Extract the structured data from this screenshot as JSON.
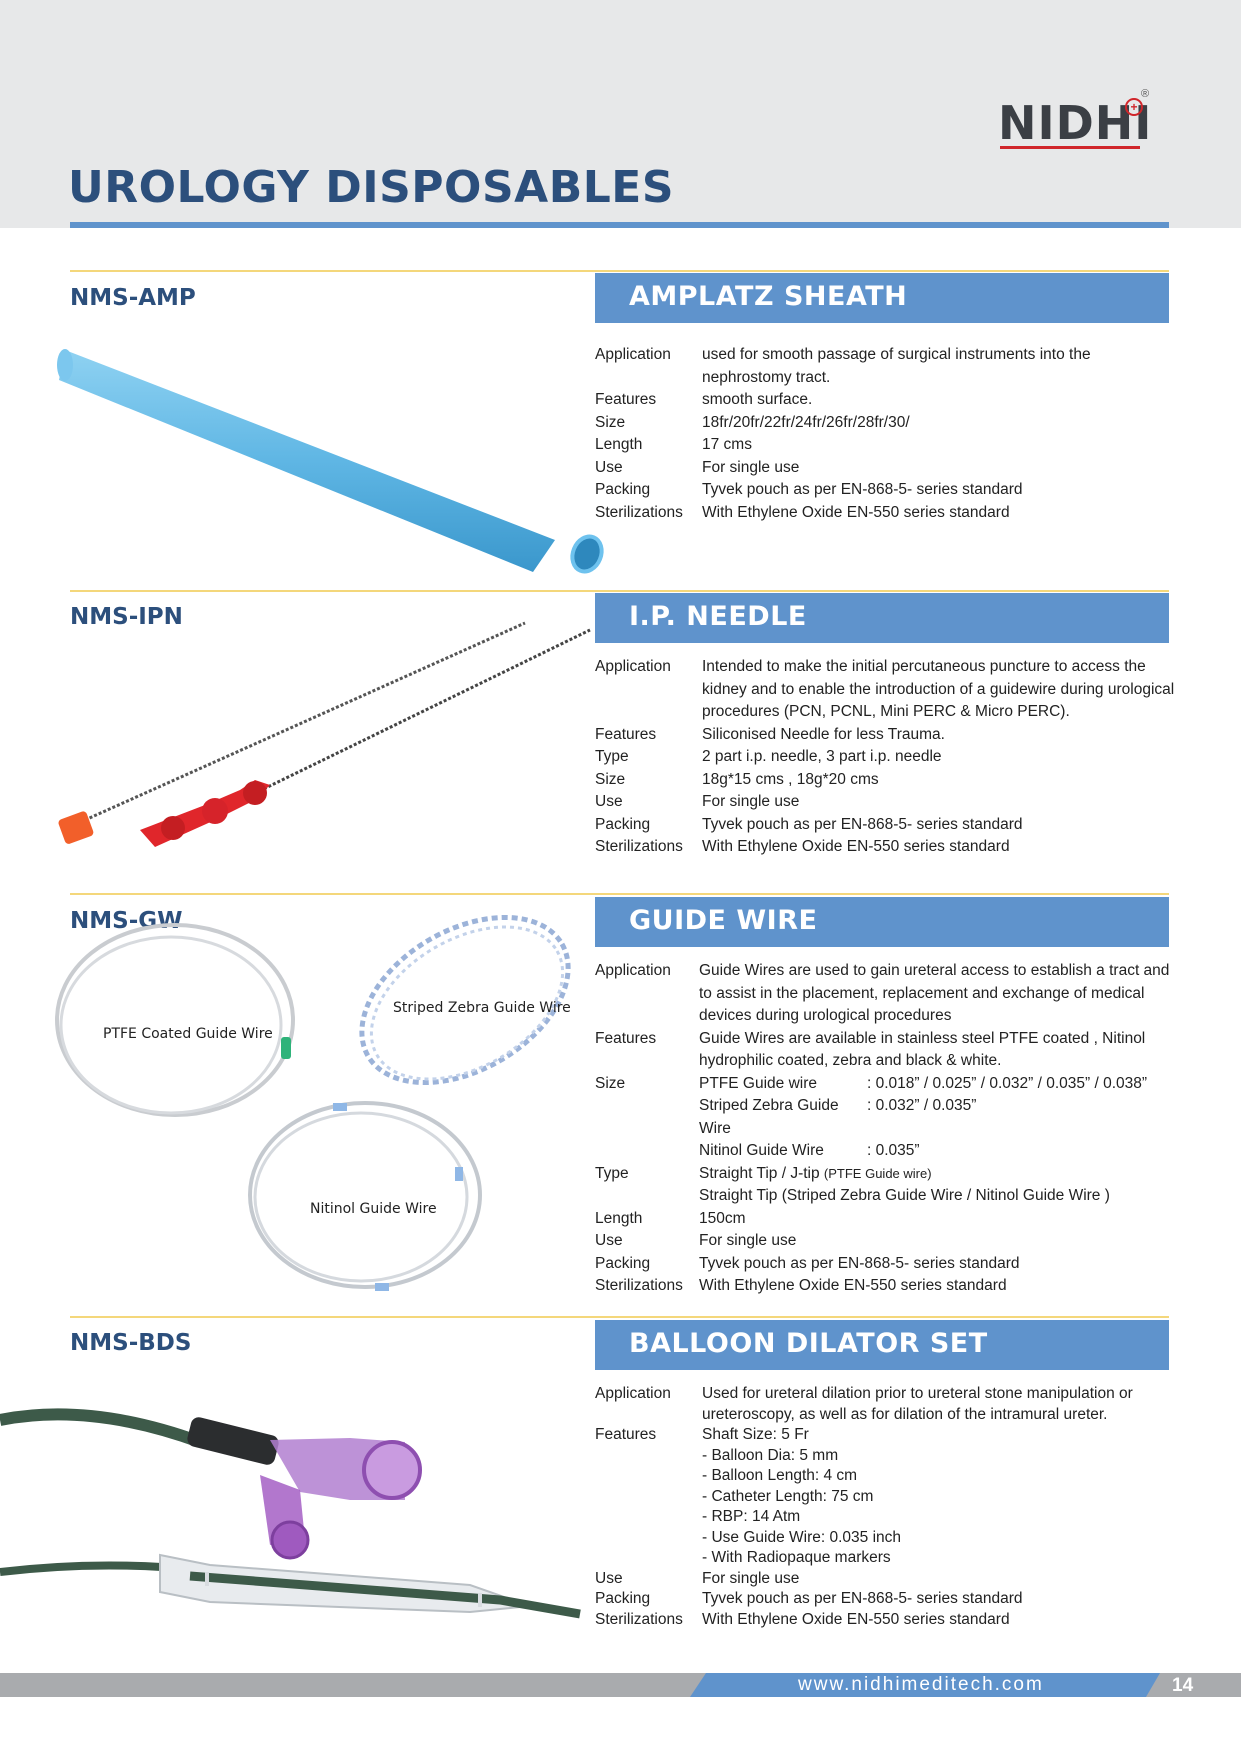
{
  "brand": {
    "logo_text": "NIDHI",
    "registered": "®"
  },
  "page_title": "UROLOGY DISPOSABLES",
  "products": [
    {
      "code": "NMS-AMP",
      "name": "AMPLATZ SHEATH",
      "specs": [
        {
          "label": "Application",
          "value": "used for smooth passage of surgical instruments into the nephrostomy tract."
        },
        {
          "label": "Features",
          "value": "smooth surface."
        },
        {
          "label": "Size",
          "value": "18fr/20fr/22fr/24fr/26fr/28fr/30/"
        },
        {
          "label": "Length",
          "value": "17 cms"
        },
        {
          "label": "Use",
          "value": "For single use"
        },
        {
          "label": "Packing",
          "value": "Tyvek pouch as per EN-868-5- series standard"
        },
        {
          "label": "Sterilizations",
          "value": "With Ethylene Oxide EN-550 series standard"
        }
      ]
    },
    {
      "code": "NMS-IPN",
      "name": "I.P. NEEDLE",
      "specs": [
        {
          "label": "Application",
          "value": "Intended to make the initial percutaneous puncture to access the kidney and to enable the introduction of a guidewire during urological procedures (PCN, PCNL, Mini PERC & Micro PERC)."
        },
        {
          "label": "Features",
          "value": "Siliconised Needle for less Trauma."
        },
        {
          "label": "Type",
          "value": "2 part i.p. needle,  3 part i.p. needle"
        },
        {
          "label": "Size",
          "value": "18g*15 cms , 18g*20 cms"
        },
        {
          "label": "Use",
          "value": "For single use"
        },
        {
          "label": "Packing",
          "value": "Tyvek pouch as per EN-868-5- series standard"
        },
        {
          "label": "Sterilizations",
          "value": "With Ethylene Oxide EN-550 series standard"
        }
      ]
    },
    {
      "code": "NMS-GW",
      "name": "GUIDE WIRE",
      "image_labels": [
        "PTFE Coated Guide Wire",
        "Striped  Zebra Guide Wire",
        "Nitinol Guide Wire"
      ],
      "specs": {
        "application": {
          "label": "Application",
          "value": "Guide Wires are used to gain ureteral access to establish a tract and to assist in the placement, replacement and exchange of medical devices during urological procedures"
        },
        "features": {
          "label": "Features",
          "value": "Guide Wires are available in stainless steel PTFE coated , Nitinol hydrophilic coated, zebra and black & white."
        },
        "size": {
          "label": "Size",
          "items": [
            {
              "name": "PTFE Guide wire",
              "value": ": 0.018” / 0.025” / 0.032” / 0.035” / 0.038”"
            },
            {
              "name": "Striped  Zebra Guide Wire",
              "value": ": 0.032” / 0.035”"
            },
            {
              "name": "Nitinol Guide Wire",
              "value": ": 0.035”"
            }
          ]
        },
        "type": {
          "label": "Type",
          "line1": "Straight Tip / J-tip",
          "line1_note": "(PTFE Guide wire)",
          "line2": "Straight Tip (Striped  Zebra Guide Wire / Nitinol Guide Wire )"
        },
        "length": {
          "label": "Length",
          "value": "150cm"
        },
        "use": {
          "label": "Use",
          "value": "For single use"
        },
        "packing": {
          "label": "Packing",
          "value": "Tyvek pouch as per EN-868-5- series standard"
        },
        "sterilizations": {
          "label": "Sterilizations",
          "value": "With Ethylene Oxide EN-550 series standard"
        }
      }
    },
    {
      "code": "NMS-BDS",
      "name": "BALLOON DILATOR SET",
      "specs": {
        "application": {
          "label": "Application",
          "value": "Used for ureteral dilation prior to ureteral stone manipulation or ureteroscopy, as well as for dilation of the intramural ureter."
        },
        "features": {
          "label": "Features",
          "lines": [
            "Shaft Size: 5 Fr",
            "- Balloon Dia: 5 mm",
            "- Balloon Length: 4 cm",
            "- Catheter Length: 75 cm",
            "- RBP: 14 Atm",
            "- Use Guide Wire: 0.035 inch",
            "-  With Radiopaque markers"
          ]
        },
        "use": {
          "label": "Use",
          "value": "For single use"
        },
        "packing": {
          "label": "Packing",
          "value": "Tyvek pouch as per EN-868-5- series standard"
        },
        "sterilizations": {
          "label": "Sterilizations",
          "value": "With Ethylene Oxide EN-550 series standard"
        }
      }
    }
  ],
  "footer": {
    "url": "www.nidhimeditech.com",
    "page_number": "14"
  },
  "colors": {
    "title_blue": "#2c4f7c",
    "bar_blue": "#5f93cc",
    "yellow_rule": "#f4d77b",
    "header_grey": "#e7e8e9",
    "sheath_blue": "#5fb6e4",
    "needle_red": "#e0262b",
    "balloon_purple": "#a55fc4",
    "shaft_green": "#3d5a49"
  }
}
